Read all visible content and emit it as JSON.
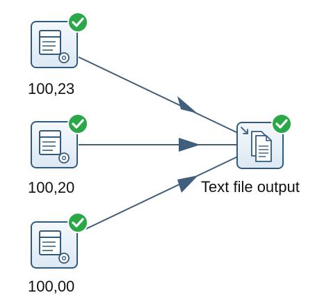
{
  "steps": {
    "input_1": {
      "label": "100,23",
      "icon": "table-input-icon",
      "status": "success"
    },
    "input_2": {
      "label": "100,20",
      "icon": "table-input-icon",
      "status": "success"
    },
    "input_3": {
      "label": "100,00",
      "icon": "table-input-icon",
      "status": "success"
    },
    "output": {
      "label": "Text file output",
      "icon": "text-file-output-icon",
      "status": "success"
    }
  },
  "hops": [
    {
      "from": "100,23",
      "to": "Text file output"
    },
    {
      "from": "100,20",
      "to": "Text file output"
    },
    {
      "from": "100,00",
      "to": "Text file output"
    }
  ],
  "colors": {
    "hop": "#3f5f7c",
    "step_border": "#2f5a80",
    "step_fill": "#eaf1f8",
    "check": "#2aa847"
  }
}
